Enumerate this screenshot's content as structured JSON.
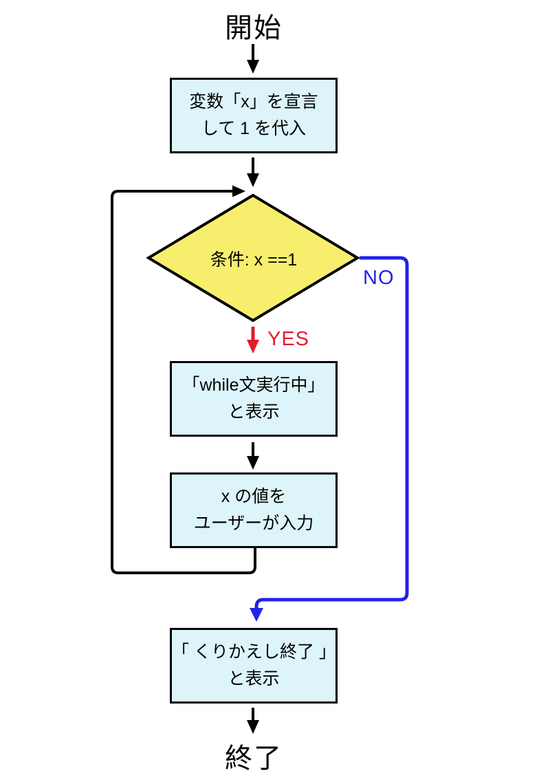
{
  "colors": {
    "box_fill": "#ddf5fa",
    "diamond_fill": "#f8ee6e",
    "line": "#000000",
    "yes": "#e8192c",
    "no": "#2420ec"
  },
  "flow": {
    "start": "開始",
    "declare_line1": "変数「x」を宣言",
    "declare_line2": "して 1 を代入",
    "condition": "条件: x ==1",
    "yes": "YES",
    "no": "NO",
    "while_line1": "「while文実行中」",
    "while_line2": "と表示",
    "input_line1": "x の値を",
    "input_line2": "ユーザーが入力",
    "done_line1": "「 くりかえし終了 」",
    "done_line2": "と表示",
    "end": "終了"
  }
}
